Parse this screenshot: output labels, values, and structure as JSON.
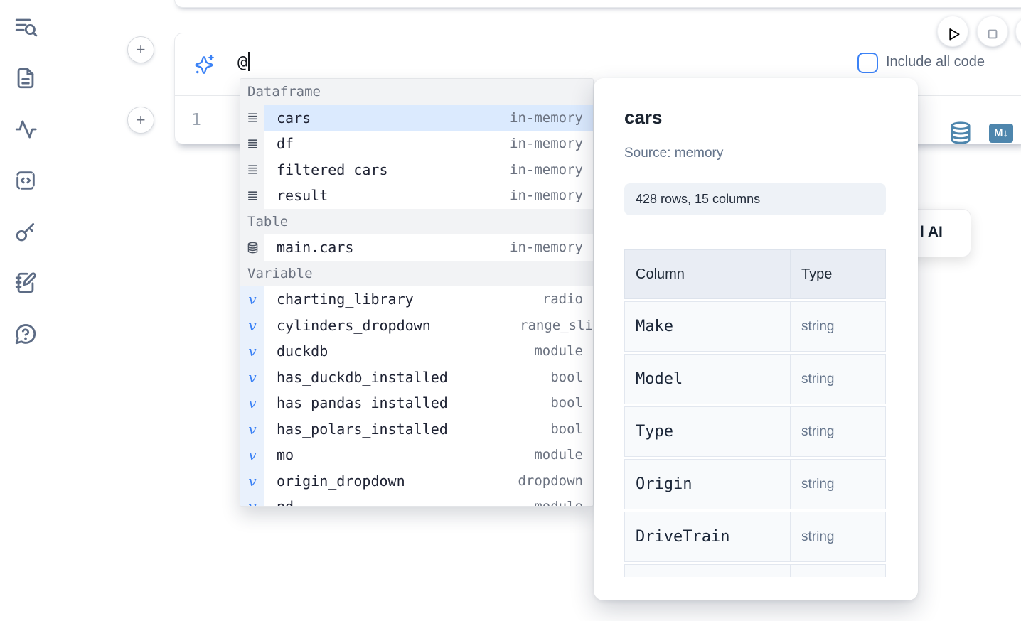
{
  "colors": {
    "accent": "#3b82f6",
    "row-selected": "#dbeafe",
    "steel": "#4e86ad",
    "ink": "#1e2233",
    "muted": "#6b7280",
    "sidebar-icon": "#5d6c85"
  },
  "sidebar": {
    "items": [
      {
        "id": "search",
        "icon": "list-search-icon"
      },
      {
        "id": "files",
        "icon": "file-text-icon"
      },
      {
        "id": "tracing",
        "icon": "activity-icon"
      },
      {
        "id": "snippets",
        "icon": "code-square-icon"
      },
      {
        "id": "secrets",
        "icon": "key-icon"
      },
      {
        "id": "scratchpad",
        "icon": "notebook-pen-icon"
      },
      {
        "id": "help",
        "icon": "help-circle-icon"
      }
    ]
  },
  "run_controls": {
    "play": "play-icon",
    "stop": "stop-icon"
  },
  "add_cell_buttons": {
    "top": "+",
    "bottom": "+"
  },
  "ai_prompt": {
    "value": "@",
    "checkbox_label": "Include all code",
    "checkbox_checked": false
  },
  "editor": {
    "line_number": "1",
    "markdown_badge": "M↓"
  },
  "autocomplete": {
    "sections": [
      {
        "label": "Dataframe",
        "items": [
          {
            "name": "cars",
            "type": "in-memory",
            "icon": "dataframe-icon",
            "selected": true
          },
          {
            "name": "df",
            "type": "in-memory",
            "icon": "dataframe-icon"
          },
          {
            "name": "filtered_cars",
            "type": "in-memory",
            "icon": "dataframe-icon"
          },
          {
            "name": "result",
            "type": "in-memory",
            "icon": "dataframe-icon"
          }
        ]
      },
      {
        "label": "Table",
        "items": [
          {
            "name": "main.cars",
            "type": "in-memory",
            "icon": "table-icon"
          }
        ]
      },
      {
        "label": "Variable",
        "items": [
          {
            "name": "charting_library",
            "type": "radio",
            "icon": "variable-icon"
          },
          {
            "name": "cylinders_dropdown",
            "type": "range_sli",
            "icon": "variable-icon",
            "type_clipped": true
          },
          {
            "name": "duckdb",
            "type": "module",
            "icon": "variable-icon"
          },
          {
            "name": "has_duckdb_installed",
            "type": "bool",
            "icon": "variable-icon"
          },
          {
            "name": "has_pandas_installed",
            "type": "bool",
            "icon": "variable-icon"
          },
          {
            "name": "has_polars_installed",
            "type": "bool",
            "icon": "variable-icon"
          },
          {
            "name": "mo",
            "type": "module",
            "icon": "variable-icon"
          },
          {
            "name": "origin_dropdown",
            "type": "dropdown",
            "icon": "variable-icon"
          },
          {
            "name": "pd",
            "type": "module",
            "icon": "variable-icon"
          }
        ]
      }
    ]
  },
  "preview_panel": {
    "title": "cars",
    "source_label": "Source: memory",
    "shape_badge": "428 rows, 15 columns",
    "schema_table": {
      "headers": [
        "Column",
        "Type"
      ],
      "rows": [
        [
          "Make",
          "string"
        ],
        [
          "Model",
          "string"
        ],
        [
          "Type",
          "string"
        ],
        [
          "Origin",
          "string"
        ],
        [
          "DriveTrain",
          "string"
        ],
        [
          "",
          ""
        ]
      ]
    }
  },
  "ai_card": {
    "clipped_label": "l AI"
  }
}
